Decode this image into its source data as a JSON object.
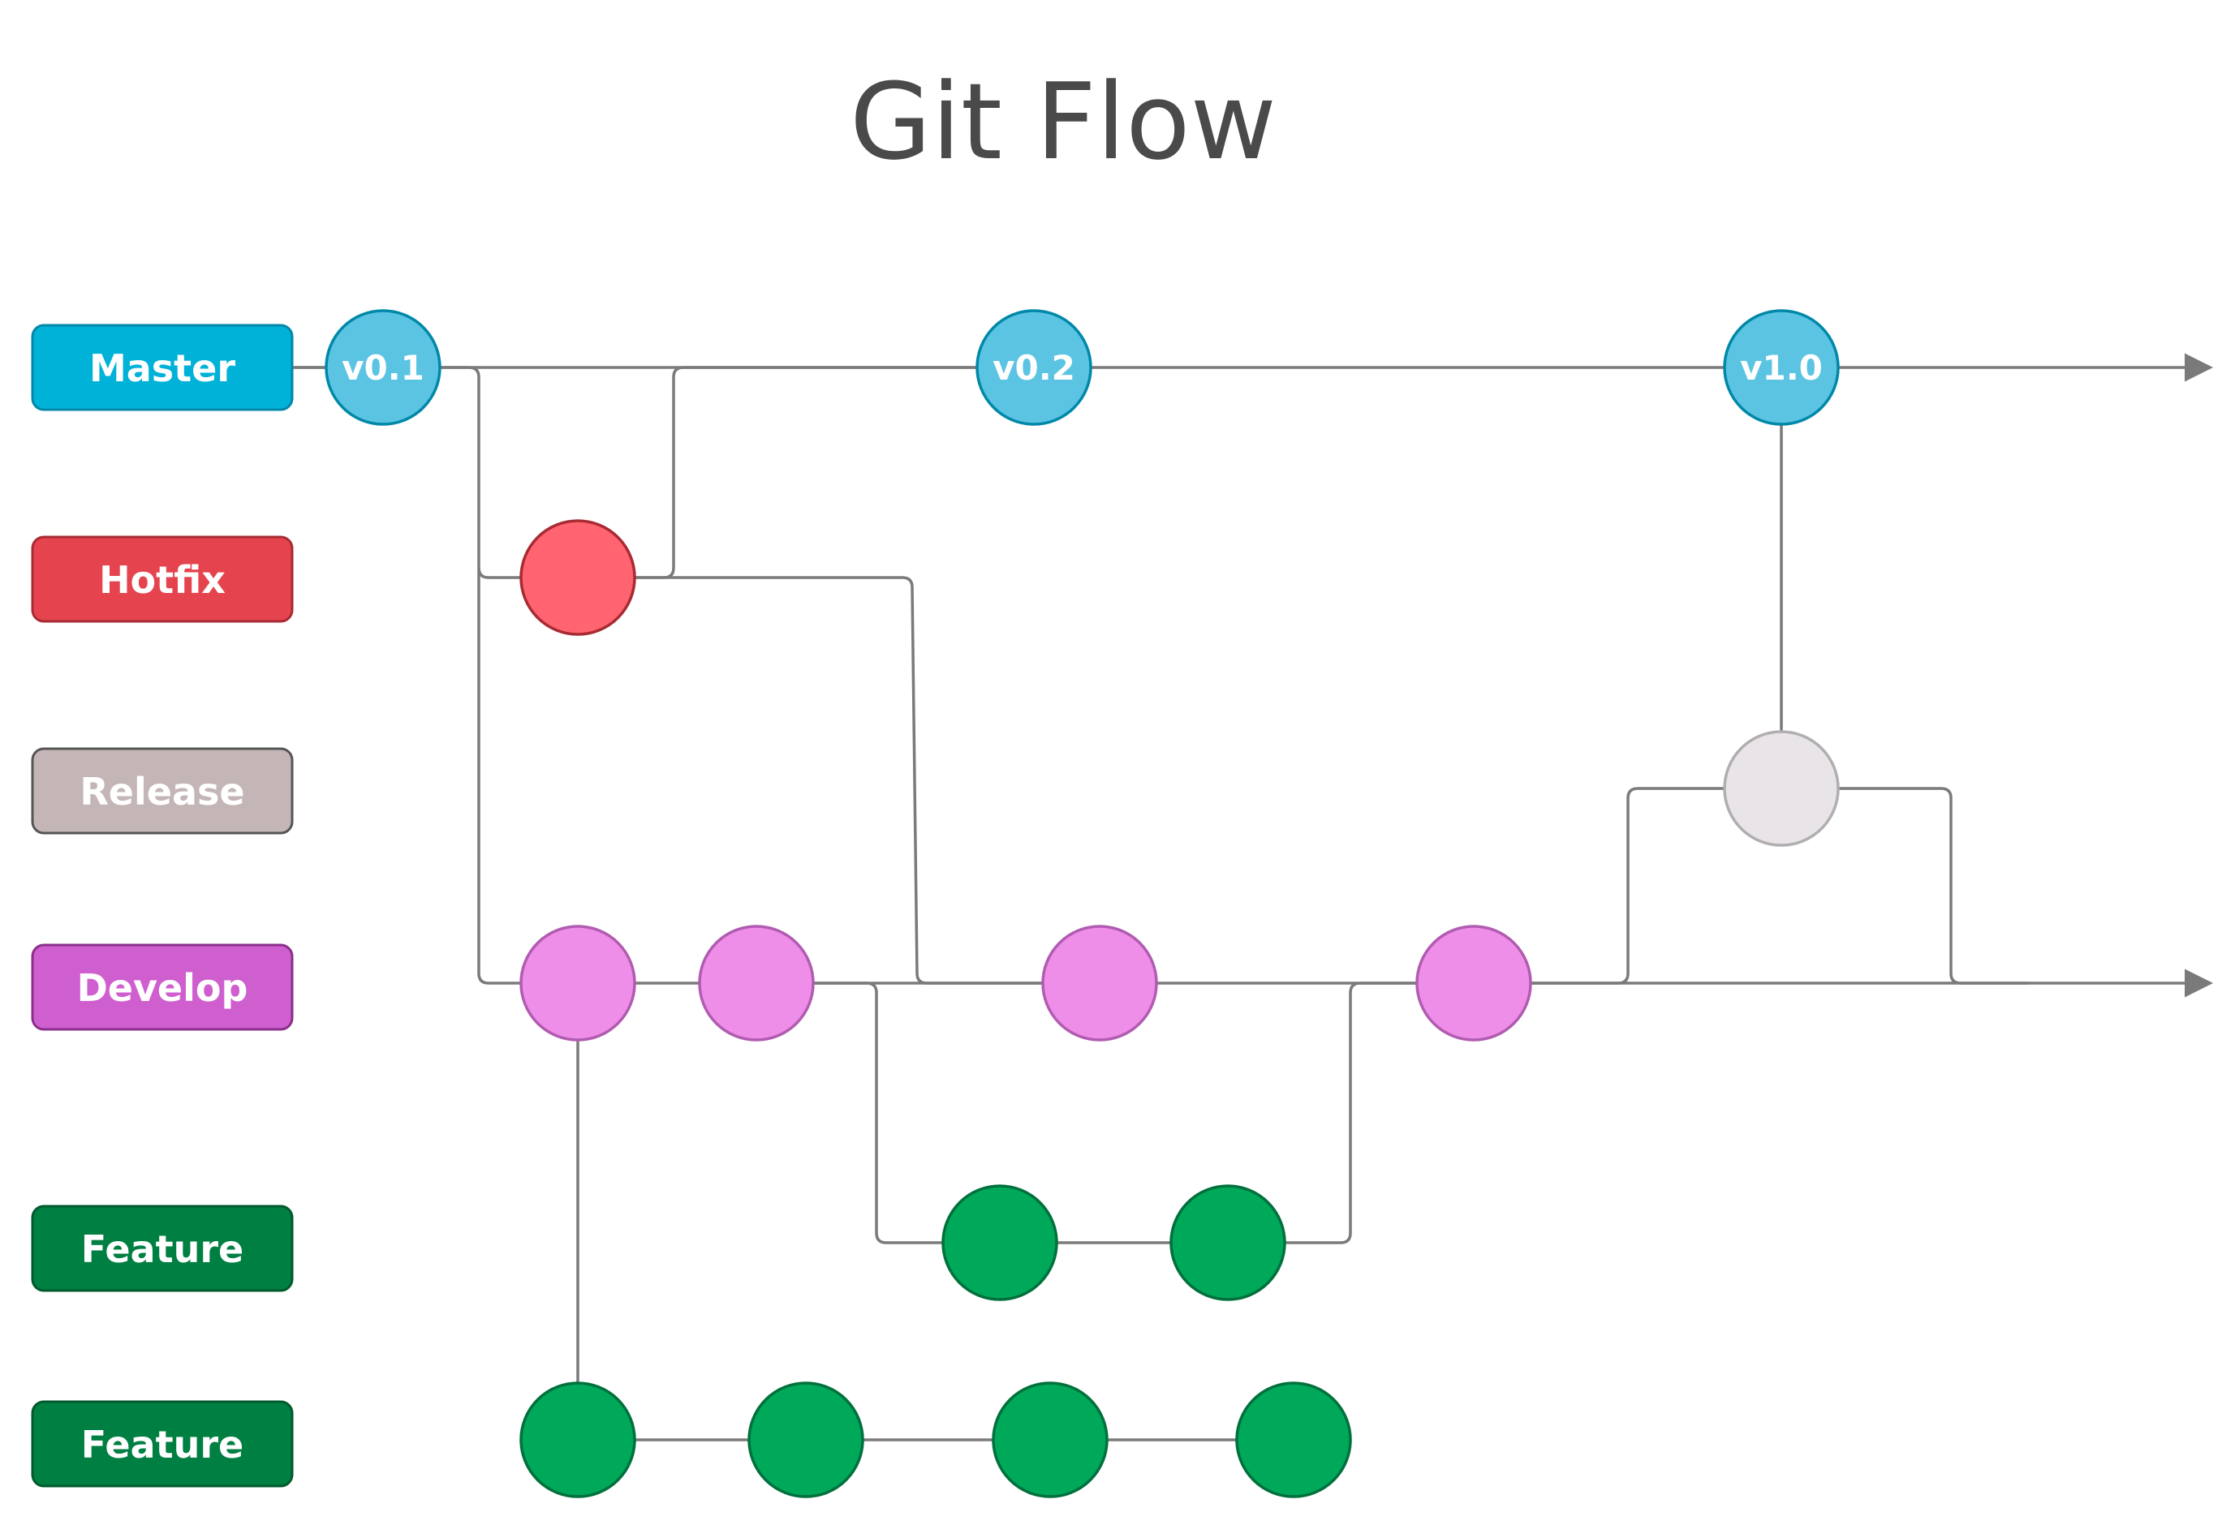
{
  "title": "Git Flow",
  "colors": {
    "master": "#00b2d8",
    "master_border": "#0088a8",
    "master_node": "#5bc4e2",
    "hotfix": "#e5444f",
    "hotfix_border": "#a82a33",
    "hotfix_node": "#ff6470",
    "release": "#c4b6b6",
    "release_border": "#555555",
    "release_node": "#e9e4e8",
    "release_node_border": "#b0aeb0",
    "develop": "#cf5fcf",
    "develop_border": "#8a2f8a",
    "develop_node": "#ef8ee8",
    "develop_node_border": "#b05cb0",
    "feature": "#007f42",
    "feature_border": "#005a2e",
    "feature_node": "#00a85a",
    "feature_node_border": "#00703c",
    "line": "#7a7a7a"
  },
  "lanes": [
    {
      "id": "master",
      "label": "Master"
    },
    {
      "id": "hotfix",
      "label": "Hotfix"
    },
    {
      "id": "release",
      "label": "Release"
    },
    {
      "id": "develop",
      "label": "Develop"
    },
    {
      "id": "feature1",
      "label": "Feature"
    },
    {
      "id": "feature2",
      "label": "Feature"
    }
  ],
  "tags": [
    {
      "id": "v01",
      "label": "v0.1"
    },
    {
      "id": "v02",
      "label": "v0.2"
    },
    {
      "id": "v10",
      "label": "v1.0"
    }
  ]
}
